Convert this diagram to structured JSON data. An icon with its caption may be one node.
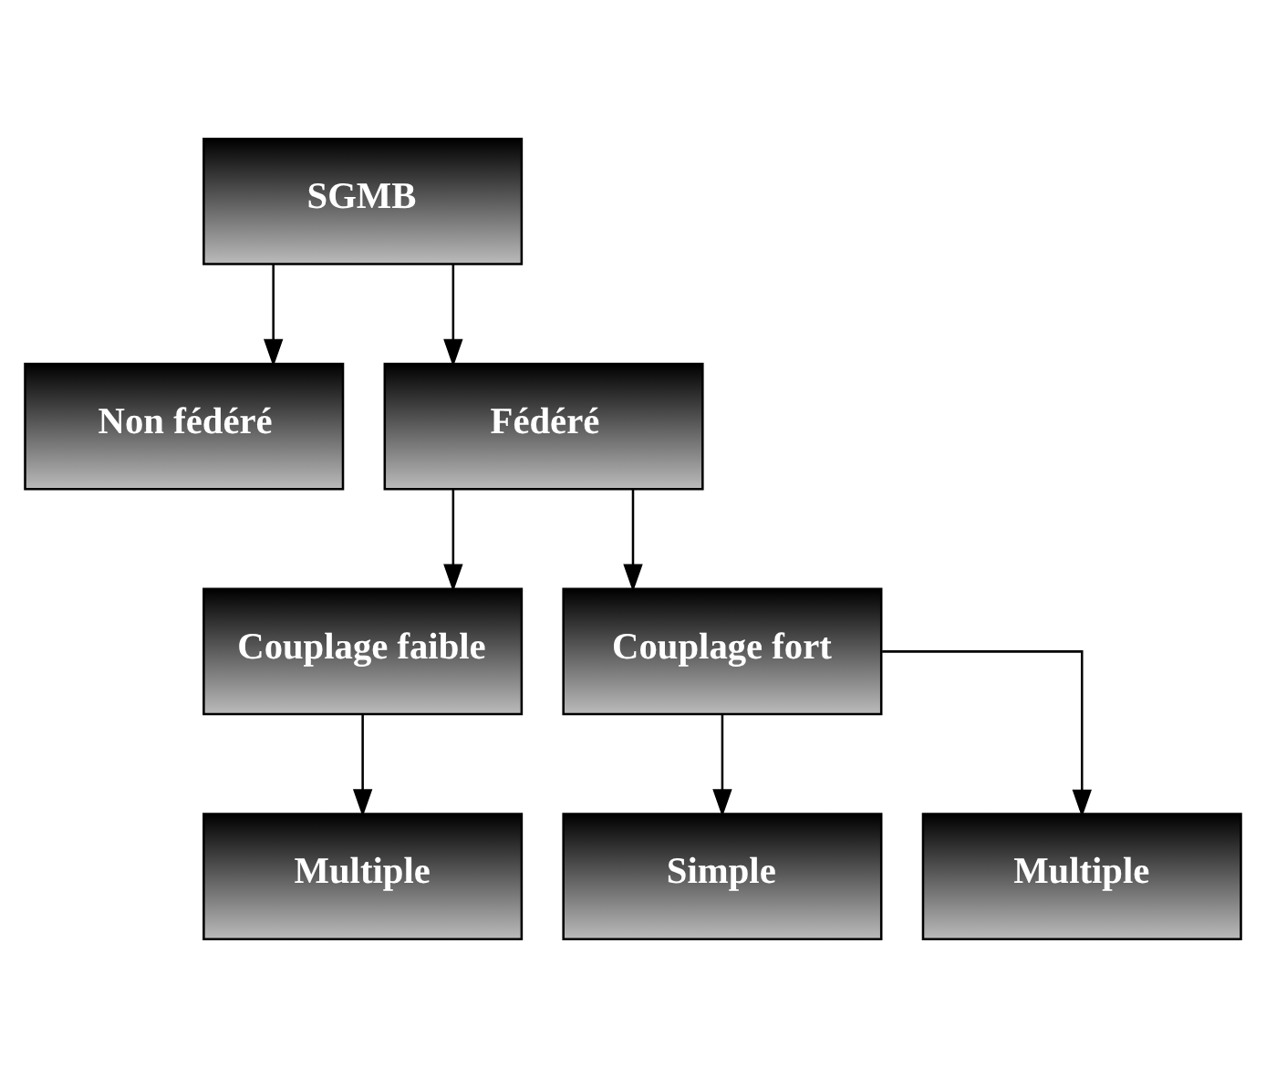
{
  "diagram": {
    "nodes": [
      {
        "text": [
          "SGMB"
        ]
      },
      {
        "text": [
          "Non fédéré"
        ]
      },
      {
        "text": [
          "Fédéré"
        ]
      },
      {
        "text": [
          "Couplage faible"
        ]
      },
      {
        "text": [
          "Couplage fort"
        ]
      },
      {
        "text": [
          "Multiple"
        ]
      },
      {
        "text": [
          "Simple"
        ]
      },
      {
        "text": [
          "Multiple"
        ]
      }
    ],
    "edges": [
      {
        "from": 0,
        "to": 1,
        "arrow": "to"
      },
      {
        "from": 0,
        "to": 2,
        "arrow": "to"
      },
      {
        "from": 2,
        "to": 3,
        "arrow": "to"
      },
      {
        "from": 2,
        "to": 4,
        "arrow": "to"
      },
      {
        "from": 3,
        "to": 5,
        "arrow": "to"
      },
      {
        "from": 4,
        "to": 6,
        "arrow": "to"
      },
      {
        "from": 4,
        "to": 7,
        "arrow": "to"
      }
    ]
  }
}
